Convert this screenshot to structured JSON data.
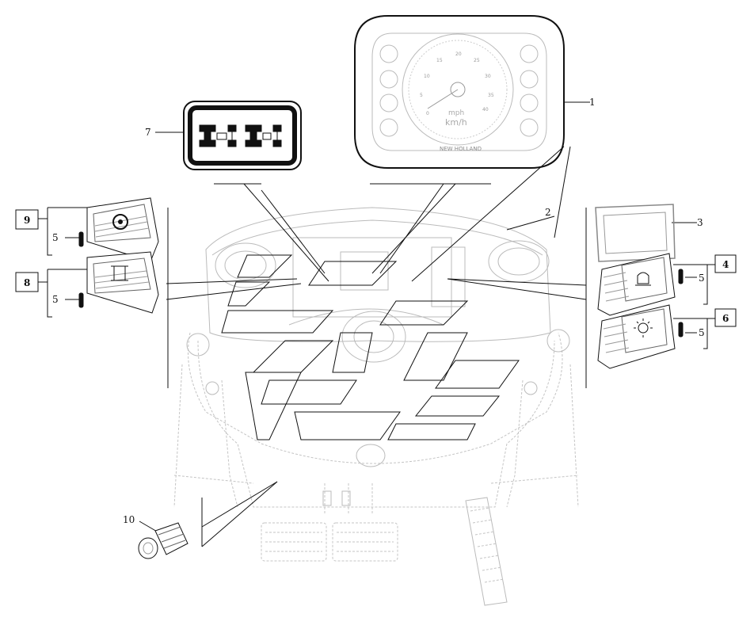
{
  "callouts": {
    "c1": "1",
    "c2": "2",
    "c3": "3",
    "c4": "4",
    "c5a": "5",
    "c5b": "5",
    "c5c": "5",
    "c5d": "5",
    "c6": "6",
    "c7": "7",
    "c8": "8",
    "c9": "9",
    "c10": "10"
  },
  "gauge": {
    "units_mph": "mph",
    "units_kmh": "km/h",
    "brand": "NEW HOLLAND",
    "ticks": [
      "0",
      "5",
      "10",
      "15",
      "20",
      "25",
      "30",
      "35",
      "40"
    ]
  },
  "colors": {
    "ink": "#111111",
    "ghost": "#bbbbbb",
    "paper": "#ffffff"
  },
  "icons": [
    "speedometer-icon",
    "four-wheel-drive-icon",
    "differential-lock-icon",
    "beacon-light-icon",
    "work-light-icon",
    "bulb-connector-icon"
  ]
}
